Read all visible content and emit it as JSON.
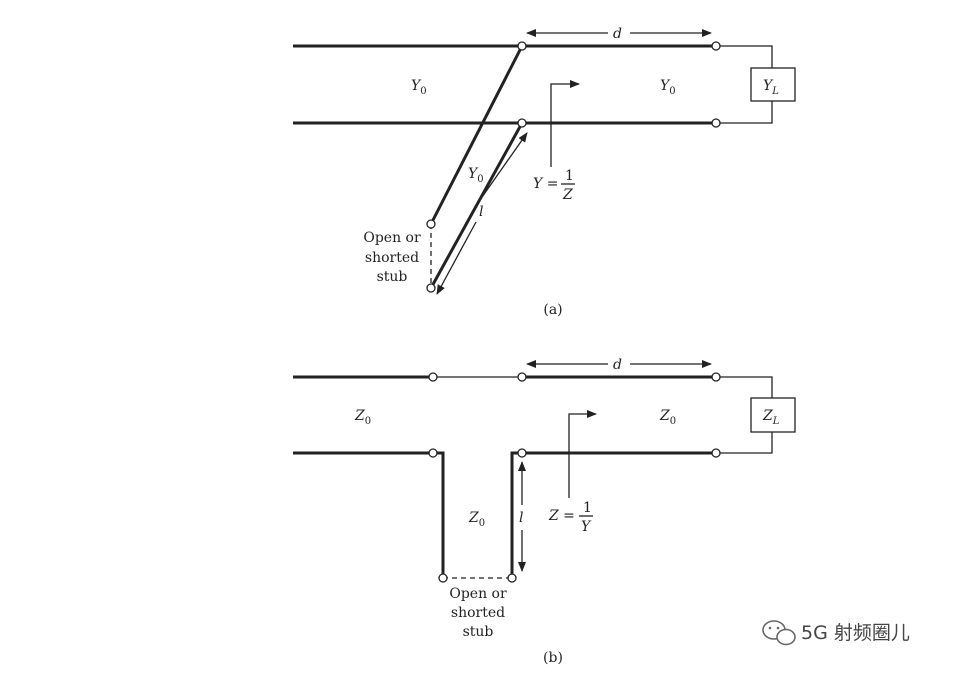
{
  "diagram_a": {
    "top_admittance": "Y",
    "top_admittance_sub": "0",
    "right_admittance": "Y",
    "right_admittance_sub": "0",
    "stub_admittance": "Y",
    "stub_admittance_sub": "0",
    "load_label": "Y",
    "load_sub": "L",
    "distance_label": "d",
    "length_label": "l",
    "input_lhs": "Y =",
    "input_num": "1",
    "input_den": "Z",
    "stub_note": [
      "Open or",
      "shorted",
      "stub"
    ],
    "caption": "(a)"
  },
  "diagram_b": {
    "left_impedance": "Z",
    "left_impedance_sub": "0",
    "right_impedance": "Z",
    "right_impedance_sub": "0",
    "stub_impedance": "Z",
    "stub_impedance_sub": "0",
    "load_label": "Z",
    "load_sub": "L",
    "distance_label": "d",
    "length_label": "l",
    "input_lhs": "Z =",
    "input_num": "1",
    "input_den": "Y",
    "stub_note": [
      "Open or",
      "shorted",
      "stub"
    ],
    "caption": "(b)"
  },
  "watermark": {
    "text": "5G 射频圈儿",
    "icon": "wechat-icon"
  }
}
